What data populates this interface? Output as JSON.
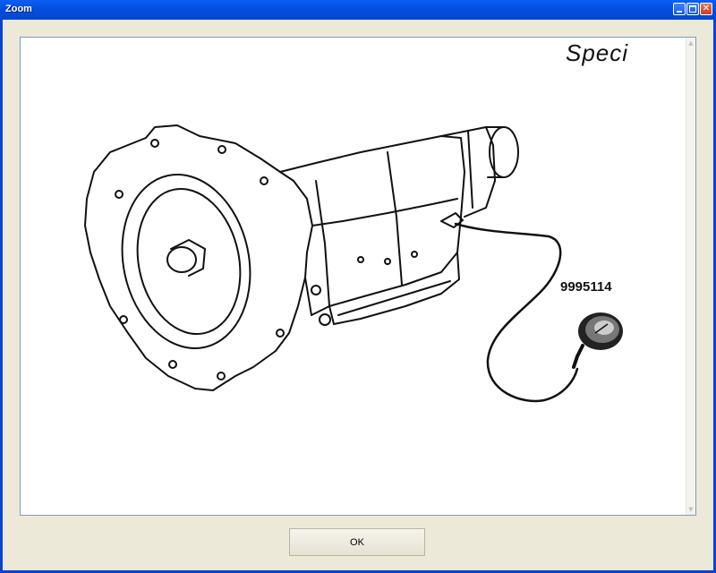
{
  "window": {
    "title": "Zoom",
    "minimize_icon": "minimize-icon",
    "maximize_icon": "maximize-icon",
    "close_icon": "close-icon",
    "close_glyph": "✕"
  },
  "diagram": {
    "caption": "Speci",
    "part_number": "9995114"
  },
  "footer": {
    "ok_label": "OK"
  },
  "colors": {
    "title_bar": "#0450e0",
    "window_bg": "#ece9d8"
  }
}
